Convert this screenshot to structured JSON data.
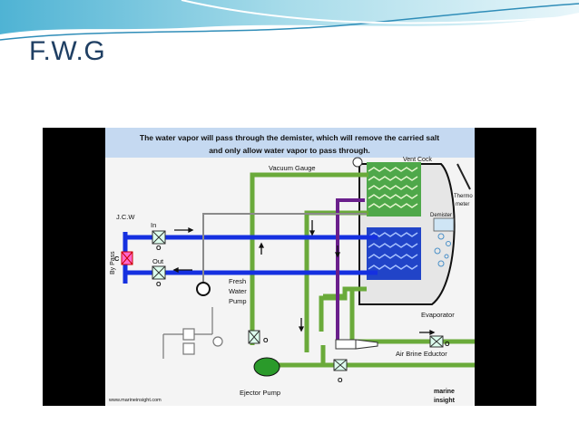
{
  "slide": {
    "title": "F.W.G"
  },
  "caption": {
    "line1": "The water vapor will pass through the demister, which will remove the carried salt",
    "line2": "and only allow water vapor to pass through."
  },
  "labels": {
    "vent_cock": "Vent Cock",
    "vacuum_gauge": "Vacuum Gauge",
    "thermometer_1": "Thermo",
    "thermometer_2": "meter",
    "demister": "Demister",
    "jcw": "J.C.W",
    "in": "In",
    "out": "Out",
    "by_pass": "By Pass",
    "c": "C",
    "o_in": "O",
    "o_out": "O",
    "o_pump_valve": "O",
    "o_lower_valve": "O",
    "o_eductor_valve": "O",
    "fresh_water_pump_1": "Fresh",
    "fresh_water_pump_2": "Water",
    "fresh_water_pump_3": "Pump",
    "evaporator": "Evaporator",
    "air_brine_eductor": "Air Brine Eductor",
    "ejector_pump": "Ejector Pump",
    "website": "www.marineinsight.com",
    "logo_top": "marine",
    "logo_bottom": "insight"
  },
  "colors": {
    "caption_bg": "#c5d9f1",
    "green_pipe": "#6aaa3a",
    "blue_pipe": "#1530e0",
    "purple_pipe": "#6a1f8c",
    "header_blue": "#1f3f63"
  }
}
